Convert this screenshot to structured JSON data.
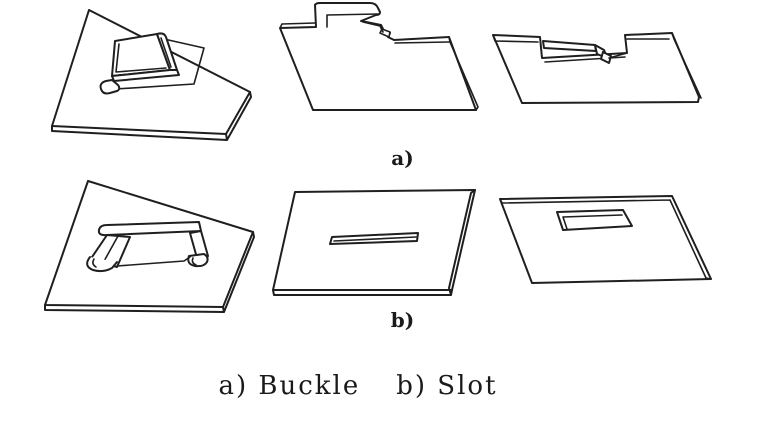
{
  "colors": {
    "background": "#ffffff",
    "line": "#1f1f1f",
    "text": "#1a1a1a"
  },
  "labels": {
    "row_a": "a)",
    "row_b": "b)"
  },
  "caption": {
    "part_a": "a) Buckle",
    "part_b": "b) Slot"
  },
  "figures": {
    "row_a": [
      "plate-with-raised-buckle-tab",
      "plate-with-edge-tab-and-bent-hook",
      "plate-with-notch-and-bent-strap"
    ],
    "row_b": [
      "plate-with-bridge-lance",
      "plate-with-narrow-slot",
      "plate-with-rectangular-hole"
    ]
  }
}
